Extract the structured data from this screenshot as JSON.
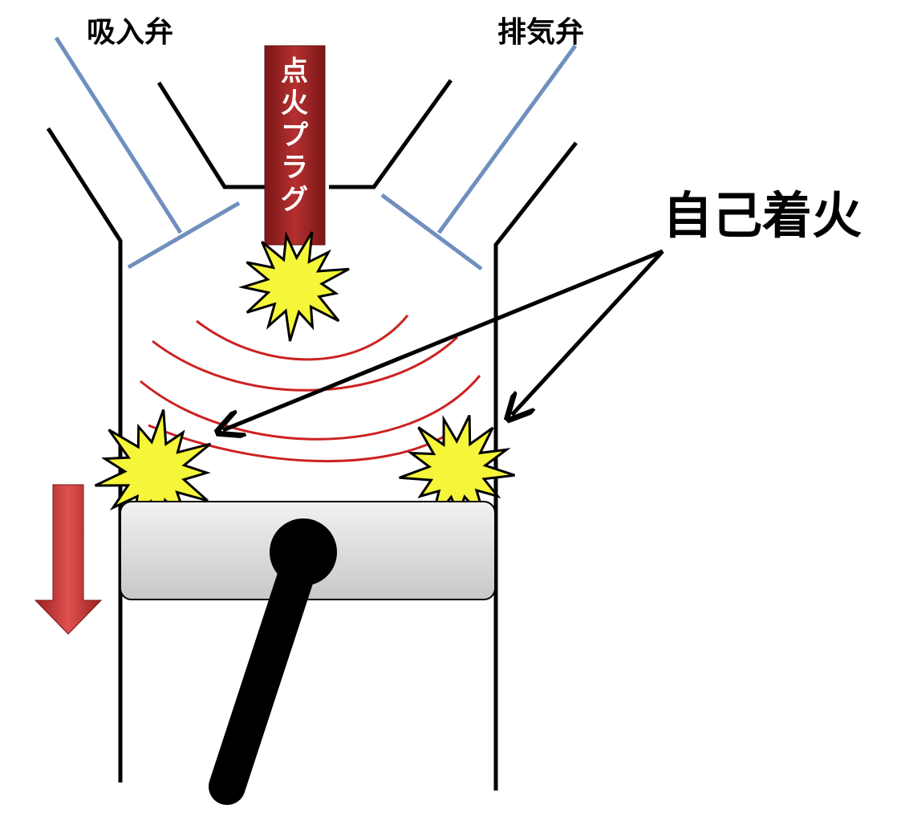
{
  "diagram": {
    "labels": {
      "intake_valve": "吸入弁",
      "exhaust_valve": "排気弁",
      "spark_plug": "点火プラグ",
      "autoignition": "自己着火"
    },
    "colors": {
      "background": "#ffffff",
      "cylinder_wall": "#000000",
      "valve": "#6f8fbe",
      "spark_plug": "#a52a2a",
      "flame_front": "#cc2222",
      "ignition_burst_fill": "#f5f53a",
      "ignition_burst_stroke": "#000000",
      "piston_fill": "#dcdcdc",
      "connecting_rod": "#000000",
      "motion_arrow": "#c0392b"
    },
    "icons": {
      "spark": "explosion-burst-icon",
      "motion": "down-arrow-icon",
      "pointer": "arrow-icon"
    }
  }
}
